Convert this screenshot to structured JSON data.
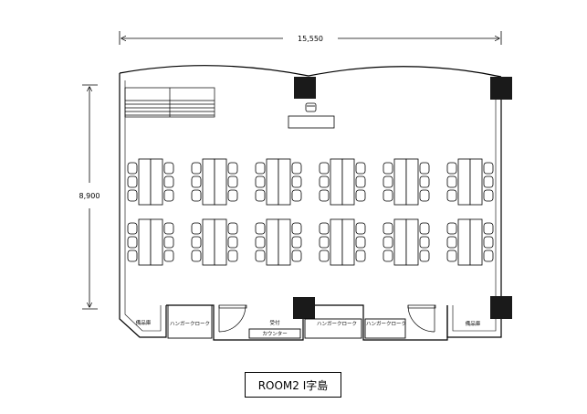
{
  "dimensions": {
    "width_label": "15,550",
    "height_label": "8,900"
  },
  "rooms": {
    "storage_left": "備品庫",
    "hanger_1": "ハンガークローク",
    "reception": "受付",
    "counter": "カウンター",
    "hanger_2": "ハンガークローク",
    "hanger_3": "ハンガークローク",
    "storage_right": "備品庫"
  },
  "caption": "ROOM2 I字島",
  "layout": {
    "table_groups": 12,
    "chairs_per_side": 3,
    "columns": 4
  },
  "colors": {
    "line": "#000000",
    "column_fill": "#1a1a1a",
    "background": "#ffffff"
  }
}
